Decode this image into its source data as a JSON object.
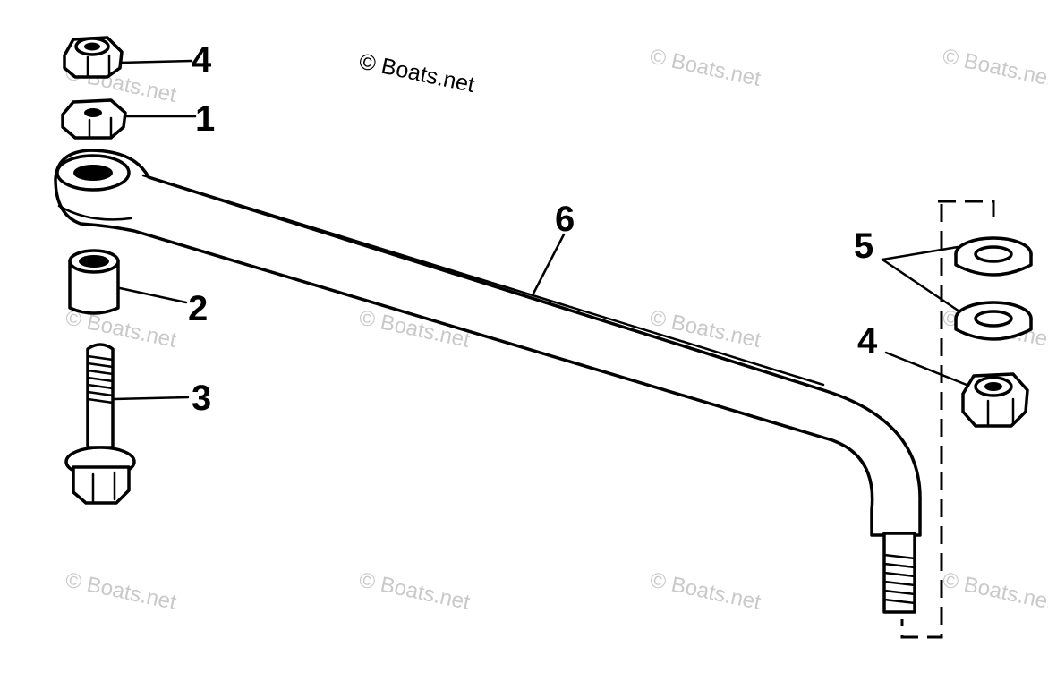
{
  "copyright": "© Boats.net",
  "watermark": "© Boats.net",
  "callouts": [
    {
      "id": "nut-top",
      "label": "4"
    },
    {
      "id": "washer-top",
      "label": "1"
    },
    {
      "id": "bushing",
      "label": "2"
    },
    {
      "id": "bolt",
      "label": "3"
    },
    {
      "id": "tie-bar",
      "label": "6"
    },
    {
      "id": "washers-right",
      "label": "5"
    },
    {
      "id": "nut-right",
      "label": "4"
    }
  ],
  "colors": {
    "ink": "#000000",
    "watermark": "#c9c9c9",
    "background": "#ffffff"
  }
}
